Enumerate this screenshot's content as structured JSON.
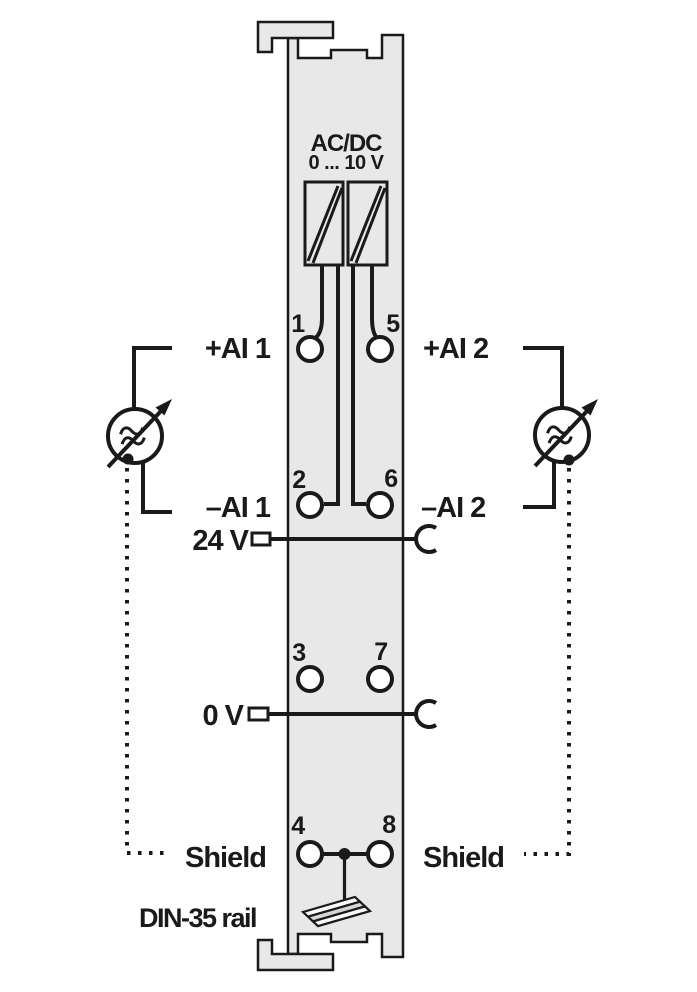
{
  "diagram": {
    "module": {
      "converter_type": "AC/DC",
      "converter_range": "0 ... 10 V",
      "terminal_numbers": [
        "1",
        "2",
        "3",
        "4",
        "5",
        "6",
        "7",
        "8"
      ]
    },
    "channel_left": {
      "plus_label": "+AI 1",
      "minus_label": "–AI 1",
      "shield_label": "Shield"
    },
    "channel_right": {
      "plus_label": "+AI 2",
      "minus_label": "–AI 2",
      "shield_label": "Shield"
    },
    "power": {
      "v24_label": "24 V",
      "v0_label": "0 V"
    },
    "mounting": {
      "din_rail_label": "DIN-35 rail"
    },
    "colors": {
      "module_fill": "#e8e8e8",
      "line": "#1a1a1a",
      "box_fill": "#ffffff"
    }
  }
}
